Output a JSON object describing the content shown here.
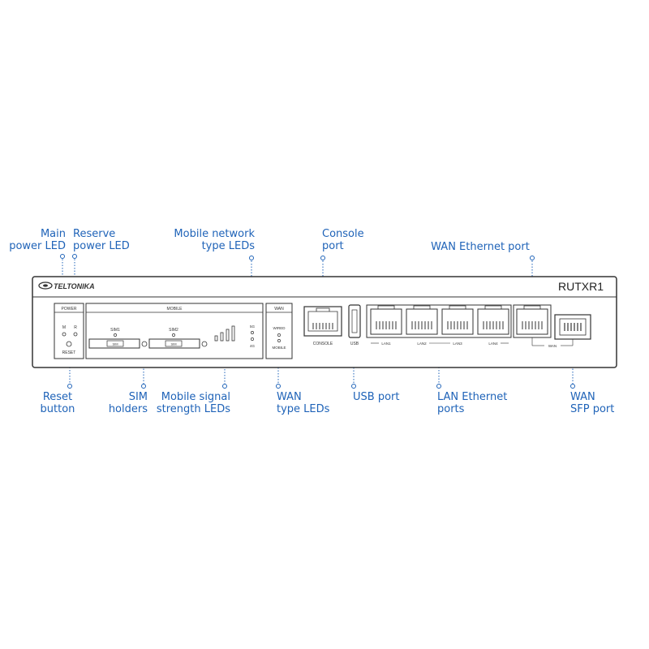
{
  "device": {
    "brand": "TELTONIKA",
    "model": "RUTXR1",
    "sections": {
      "power": "POWER",
      "mobile": "MOBILE",
      "wan": "WAN"
    },
    "power_leds": {
      "main": "M",
      "reserve": "R"
    },
    "reset_label": "RESET",
    "sim_labels": [
      "SIM1",
      "SIM2"
    ],
    "sim_slot_labels": [
      "SIM",
      "SIM"
    ],
    "network_type_leds": [
      "5G",
      "4G"
    ],
    "wan_types": {
      "wired": "WIRED",
      "mobile": "MOBILE"
    },
    "port_labels": {
      "console": "CONSOLE",
      "usb": "USB",
      "lan": [
        "LAN1",
        "LAN2",
        "LAN3",
        "LAN4"
      ],
      "wan": "WAN"
    }
  },
  "callouts": {
    "main_power_led": [
      "Main",
      "power LED"
    ],
    "reserve_power_led": [
      "Reserve",
      "power LED"
    ],
    "mobile_network_type_leds": [
      "Mobile network",
      "type LEDs"
    ],
    "console_port": [
      "Console",
      "port"
    ],
    "wan_ethernet_port": [
      "WAN Ethernet port"
    ],
    "reset_button": [
      "Reset",
      "button"
    ],
    "sim_holders": [
      "SIM",
      "holders"
    ],
    "mobile_signal_strength_leds": [
      "Mobile signal",
      "strength LEDs"
    ],
    "wan_type_leds": [
      "WAN",
      "type LEDs"
    ],
    "usb_port": [
      "USB port"
    ],
    "lan_ethernet_ports": [
      "LAN Ethernet",
      "ports"
    ],
    "wan_sfp_port": [
      "WAN",
      "SFP port"
    ]
  },
  "colors": {
    "callout": "#1f63b8",
    "device_outline": "#333333",
    "port_fill": "#ffffff"
  }
}
